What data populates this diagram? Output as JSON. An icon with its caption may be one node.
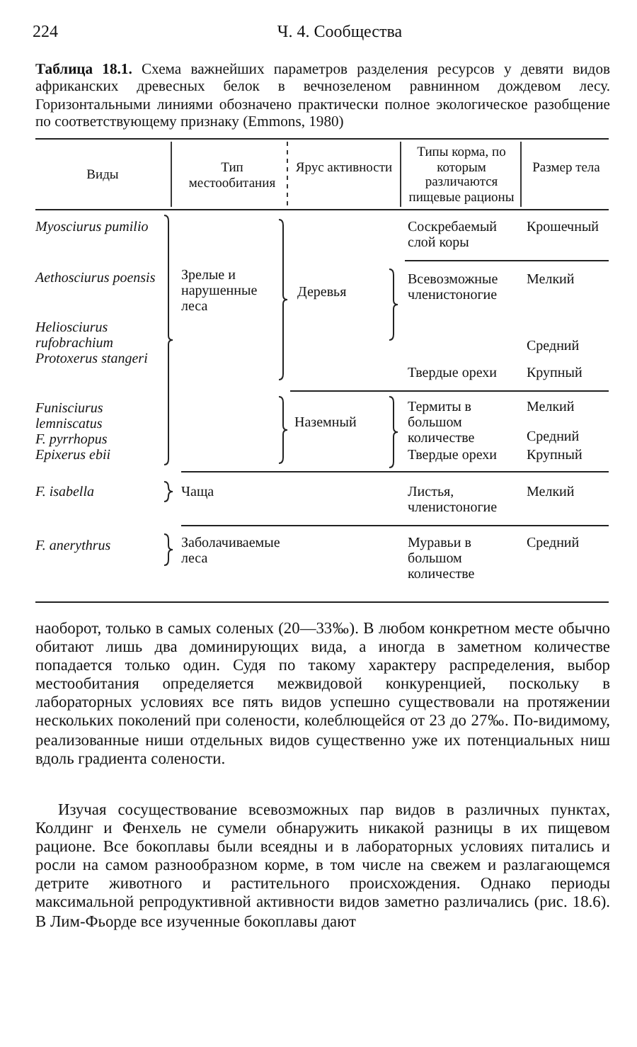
{
  "diagram": {
    "title": "**Таблица 18.1.** Схема важнейших параметров разделения ресурсов у девяти видов африканских древесных белок в вечнозеленом равнинном дождевом лесу. Горизонтальными линиями обозначено практически полное экологическое разобщение по соответствующему признаку (Emmons, 1980)",
    "labels": [
      "224",
      "Ч. 4. Сообщества",
      "Виды",
      "Тип местообитания",
      "Ярус активности",
      "Типы корма, по которым различаются пищевые рационы",
      "Размер тела",
      "Myosciurus pumilio",
      "Зрелые и нарушенные леса",
      "Деревья",
      "Соскребаемый слой коры",
      "Крошечный",
      "Aethosciurus poensis",
      "Всевозможные членистоногие",
      "Мелкий",
      "Heliosciurus rufobrachium",
      "Средний",
      "Protoxerus stangeri",
      "Твердые орехи",
      "Крупный",
      "Funisciurus lemniscatus",
      "F. pyrrhopus",
      "Epixerus ebii",
      "Наземный",
      "Термиты в большом количестве",
      "Мелкий",
      "Средний",
      "Твердые орехи",
      "Крупный",
      "F. isabella",
      "Чаща",
      "Листья, членистоногие",
      "Мелкий",
      "F. anerythrus",
      "Заболачиваемые леса",
      "Муравьи в большом количестве",
      "Средний",
      "наоборот, только в самых соленых (20—33‰). В любом конкретном месте обычно обитают лишь два доминирующих вида, а иногда в заметном количестве попадается только один. Судя по такому характеру распределения, выбор местообитания определяется межвидовой конкуренцией, поскольку в лабораторных условиях все пять видов успешно существовали на протяжении нескольких поколений при солености, колеблющейся от 23 до 27‰. По-видимому, реализованные ниши отдельных видов существенно уже их потенциальных ниш вдоль градиента солености.",
      "Изучая сосуществование всевозможных пар видов в различных пунктах, Колдинг и Фенхель не сумели обнаружить никакой разницы в их пищевом рационе. Все бокоплавы были всеядны и в лабораторных условиях питались и росли на самом разнообразном корме, в том числе на свежем и разлагающемся детрите животного и растительного происхождения. Однако периоды максимальной репродуктивной активности видов заметно различались (рис. 18.6). В Лим-Фьорде все изученные бокоплавы дают"
    ]
  }
}
